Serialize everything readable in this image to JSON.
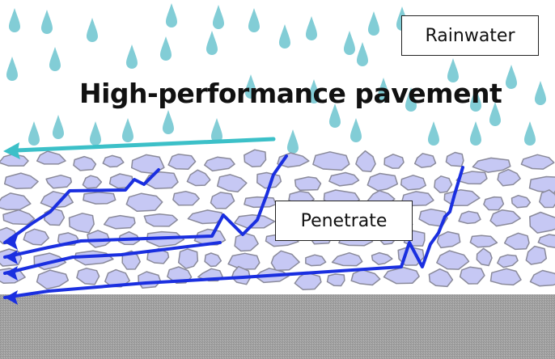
{
  "diagram": {
    "title": "High-performance pavement",
    "labels": {
      "rainwater": "Rainwater",
      "penetrate": "Penetrate"
    },
    "colors": {
      "background": "#ffffff",
      "raindrop": "#6cc4cf",
      "surface_flow_arrow": "#3cc0c8",
      "stone_fill": "#c6c8f4",
      "stone_outline": "#8a8a9a",
      "water_flow_path": "#1a2fe0",
      "ground_texture": "#9a9a9a"
    },
    "icons": [
      "raindrop-icon",
      "arrow-left-icon"
    ]
  }
}
